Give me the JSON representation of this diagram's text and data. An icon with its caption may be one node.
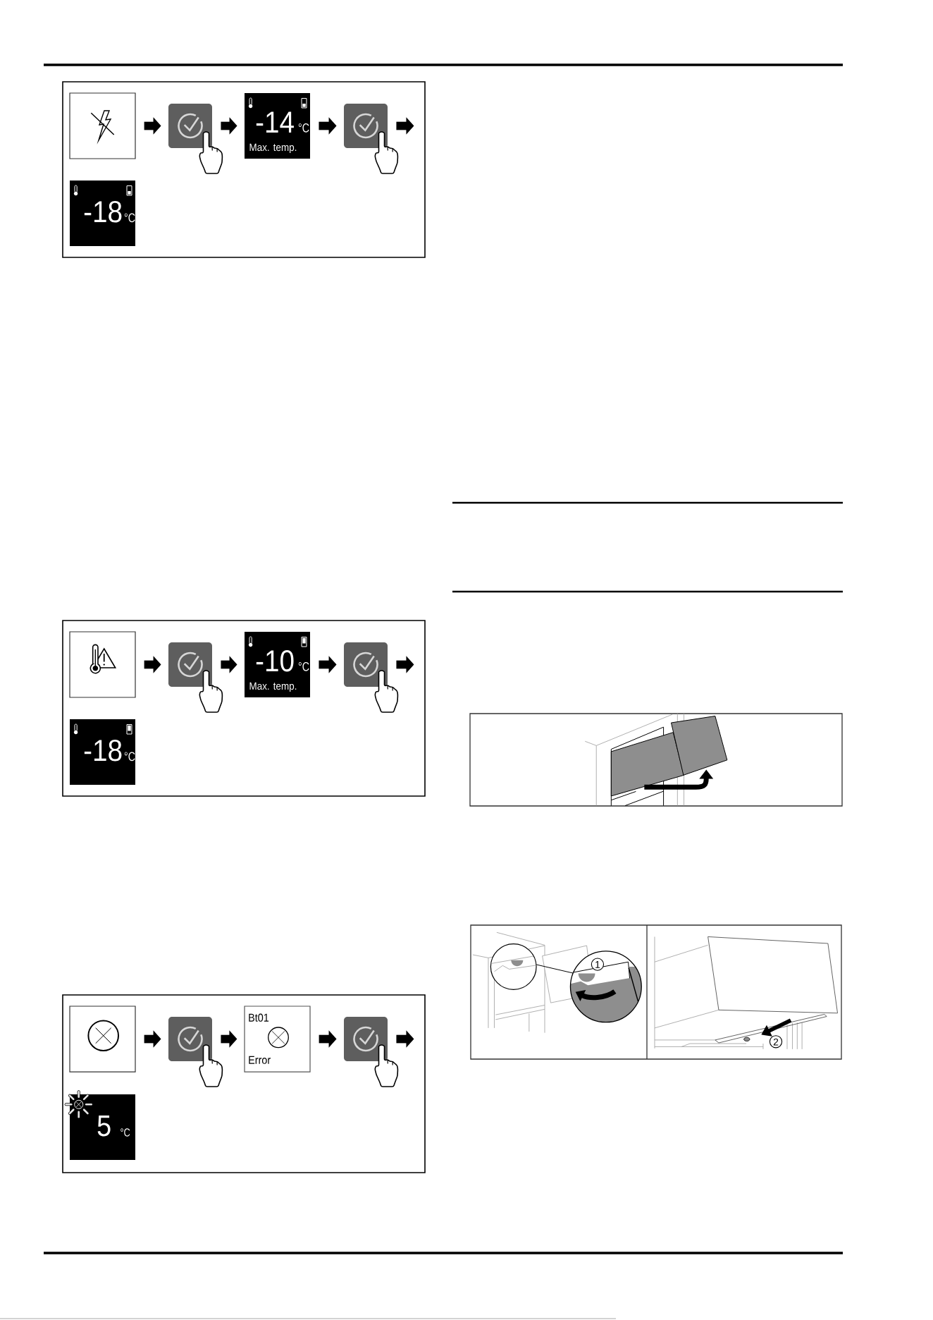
{
  "diagram": {
    "nodes": [
      {
        "text": [],
        "shape": "box"
      },
      {
        "text": [],
        "shape": "box",
        "in": 0
      },
      {
        "text": [],
        "shape": "box",
        "in": 0
      },
      {
        "text": [
          "-14",
          "°C",
          "Max. temp."
        ],
        "in": 0
      },
      {
        "text": [],
        "shape": "box",
        "in": 0
      },
      {
        "text": [
          "-18",
          "°C"
        ],
        "in": 0
      },
      {
        "text": [],
        "shape": "box"
      },
      {
        "text": [],
        "shape": "box",
        "in": 6
      },
      {
        "text": [],
        "shape": "box",
        "in": 6
      },
      {
        "text": [
          "-10",
          "°C",
          "Max. temp."
        ],
        "in": 6
      },
      {
        "text": [],
        "shape": "box",
        "in": 6
      },
      {
        "text": [
          "-18",
          "°C"
        ],
        "in": 6
      },
      {
        "text": [],
        "shape": "box"
      },
      {
        "text": [],
        "shape": "box",
        "in": 12
      },
      {
        "text": [],
        "shape": "box",
        "in": 12
      },
      {
        "text": [
          "Bt01",
          "Error"
        ],
        "in": 12
      },
      {
        "text": [],
        "shape": "box",
        "in": 12
      },
      {
        "text": [
          "5",
          "°C"
        ],
        "in": 12
      }
    ],
    "edges": [
      {
        "from": 1,
        "to": 2,
        "arrow": "to"
      },
      {
        "from": 2,
        "to": 3,
        "arrow": "to"
      },
      {
        "from": 3,
        "to": 4,
        "arrow": "to"
      },
      {
        "from": 4,
        "to": null,
        "arrow": "to"
      },
      {
        "from": 7,
        "to": 8,
        "arrow": "to"
      },
      {
        "from": 8,
        "to": 9,
        "arrow": "to"
      },
      {
        "from": 9,
        "to": 10,
        "arrow": "to"
      },
      {
        "from": 10,
        "to": null,
        "arrow": "to"
      },
      {
        "from": 13,
        "to": 14,
        "arrow": "to"
      },
      {
        "from": 14,
        "to": 15,
        "arrow": "to"
      },
      {
        "from": 15,
        "to": 16,
        "arrow": "to"
      },
      {
        "from": 16,
        "to": null,
        "arrow": "to"
      }
    ],
    "labels": [
      "1",
      "2"
    ]
  }
}
